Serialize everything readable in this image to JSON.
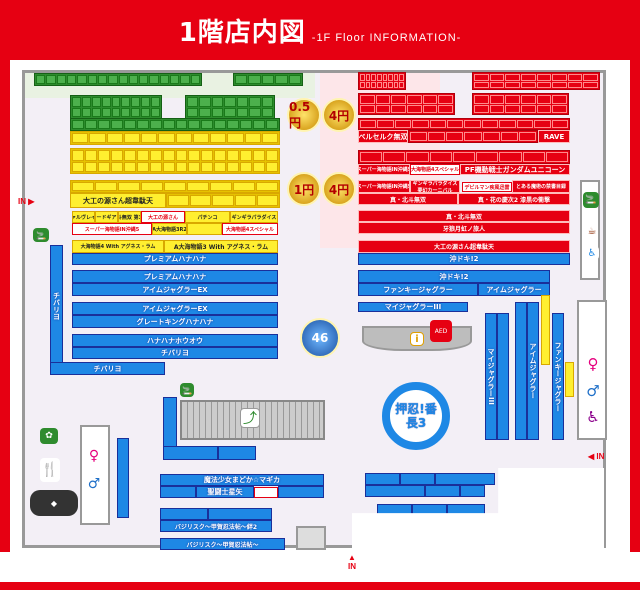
{
  "header": {
    "title": "1階店内図",
    "subtitle": "-1F Floor INFORMATION-"
  },
  "entrances": {
    "in": "IN"
  },
  "medals": {
    "m1": "0.5円",
    "m2": "4円",
    "m3": "1円",
    "m4": "4円",
    "m5": "46"
  },
  "left": {
    "daiku": "大工の源さん超韋駄天",
    "yellow_row": [
      "ヴァルヴレイヴ",
      "コードギアス",
      "北斗無双 第3章",
      "大工の源さん",
      "パチンコ",
      "ギンギラパラダイス"
    ],
    "yellow_row2": [
      "スーパー海物語IN沖縄5",
      "A大海物語3R2",
      "大海物語4スペシャル"
    ],
    "umi4": "大海物語4 With アグネス・ラム",
    "umi3": "A大海物語3 With アグネス・ラム",
    "blue_rows": [
      "プレミアムハナハナ",
      "プレミアムハナハナ",
      "アイムジャグラーEX",
      "アイムジャグラーEX",
      "グレートキングハナハナ",
      "ハナハナホウオウ",
      "チバリヨ"
    ],
    "chibariyo_vertical": "チバリヨ",
    "chibariyo_bottom": "チバリヨ"
  },
  "right": {
    "berserk": "ベルセルク無双",
    "rave": "RAVE",
    "gundam": "PF機動戦士ガンダムユニコーン",
    "okinawa5": "スーパー海物語IN沖縄5",
    "umi4sp": "大海物語4スペシャル",
    "okinawa5b": "スーパー海物語IN沖縄5",
    "gingira": "ギンギラパラダイス 夢幻カーニバル",
    "devilman": "デビルマン疾風迅雷",
    "toaru": "とある魔術の禁書目録",
    "hokuto": "真・北斗無双",
    "keiji": "真・花の慶次2 漆黒の衝撃",
    "hokuto2": "真・北斗無双",
    "garo": "牙狼月虹ノ旅人",
    "daiku": "大工の源さん超韋駄天",
    "okidoki1": "沖ドキ!2",
    "okidoki2": "沖ドキ!2",
    "funky": "ファンキージャグラー",
    "aim": "アイムジャグラー",
    "myjug": "マイジャグラーIII",
    "banchou": "押忍!番長3",
    "aed": "AED"
  },
  "bottom": {
    "madoka": "魔法少女まどか☆マギカ",
    "seiya": "聖闘士星矢",
    "basilisk": "バジリスク～甲賀忍法帖～絆2",
    "basilisk2": "バジリスク～甲賀忍法帖～"
  }
}
